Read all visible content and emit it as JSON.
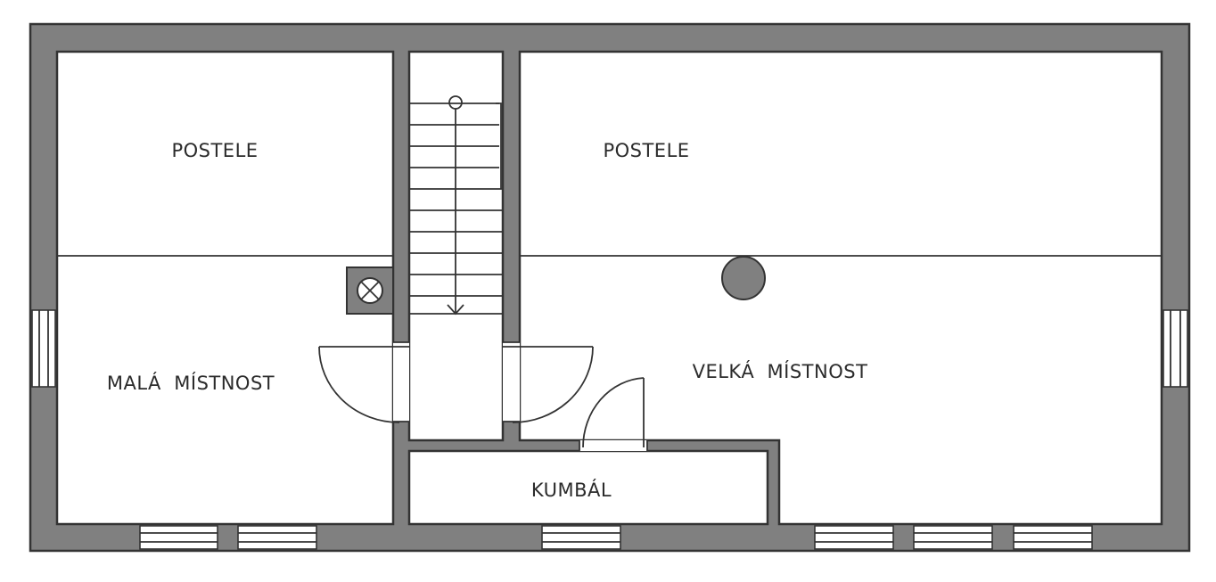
{
  "plan": {
    "colors": {
      "wall": "#808080",
      "outline": "#333333",
      "floor": "#ffffff",
      "text": "#2b2b2b"
    },
    "labels": {
      "postele_left": "POSTELE",
      "postele_right": "POSTELE",
      "mala_mistnost": "MALÁ  MÍSTNOST",
      "velka_mistnost": "VELKÁ  MÍSTNOST",
      "kumbal": "KUMBÁL"
    },
    "icons": [
      "ventilation-fan-icon",
      "chimney-icon",
      "stair-arrow-icon"
    ]
  }
}
